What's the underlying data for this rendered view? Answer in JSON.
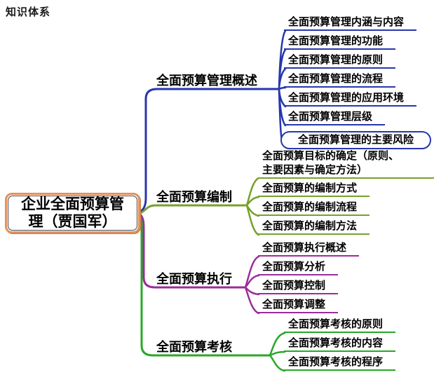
{
  "title": "知识体系",
  "root": {
    "label": "企业全面预算管\n理（贾国军）"
  },
  "colors": {
    "root_border": "#E2915C",
    "root_inner_border": "#444444",
    "branch1": "#2737AE",
    "branch2": "#76A12B",
    "branch3": "#9B2D9B",
    "branch4": "#27A827",
    "text": "#000000"
  },
  "branches": [
    {
      "label": "全面预算管理概述",
      "color": "#2737AE",
      "children": [
        {
          "label": "全面预算管理内涵与内容"
        },
        {
          "label": "全面预算管理的功能"
        },
        {
          "label": "全面预算管理的原则"
        },
        {
          "label": "全面预算管理的流程"
        },
        {
          "label": "全面预算管理的应用环境"
        },
        {
          "label": "全面预算管理层级"
        },
        {
          "label": "全面预算管理的主要风险",
          "boxed": "true"
        }
      ]
    },
    {
      "label": "全面预算编制",
      "color": "#76A12B",
      "children": [
        {
          "label": "全面预算目标的确定（原则、\n主要因素与确定方法）"
        },
        {
          "label": "全面预算的编制方式"
        },
        {
          "label": "全面预算的编制流程"
        },
        {
          "label": "全面预算的编制方法"
        }
      ]
    },
    {
      "label": "全面预算执行",
      "color": "#9B2D9B",
      "children": [
        {
          "label": "全面预算执行概述"
        },
        {
          "label": "全面预算分析"
        },
        {
          "label": "全面预算控制"
        },
        {
          "label": "全面预算调整"
        }
      ]
    },
    {
      "label": "全面预算考核",
      "color": "#27A827",
      "children": [
        {
          "label": "全面预算考核的原则"
        },
        {
          "label": "全面预算考核的内容"
        },
        {
          "label": "全面预算考核的程序"
        }
      ]
    }
  ]
}
